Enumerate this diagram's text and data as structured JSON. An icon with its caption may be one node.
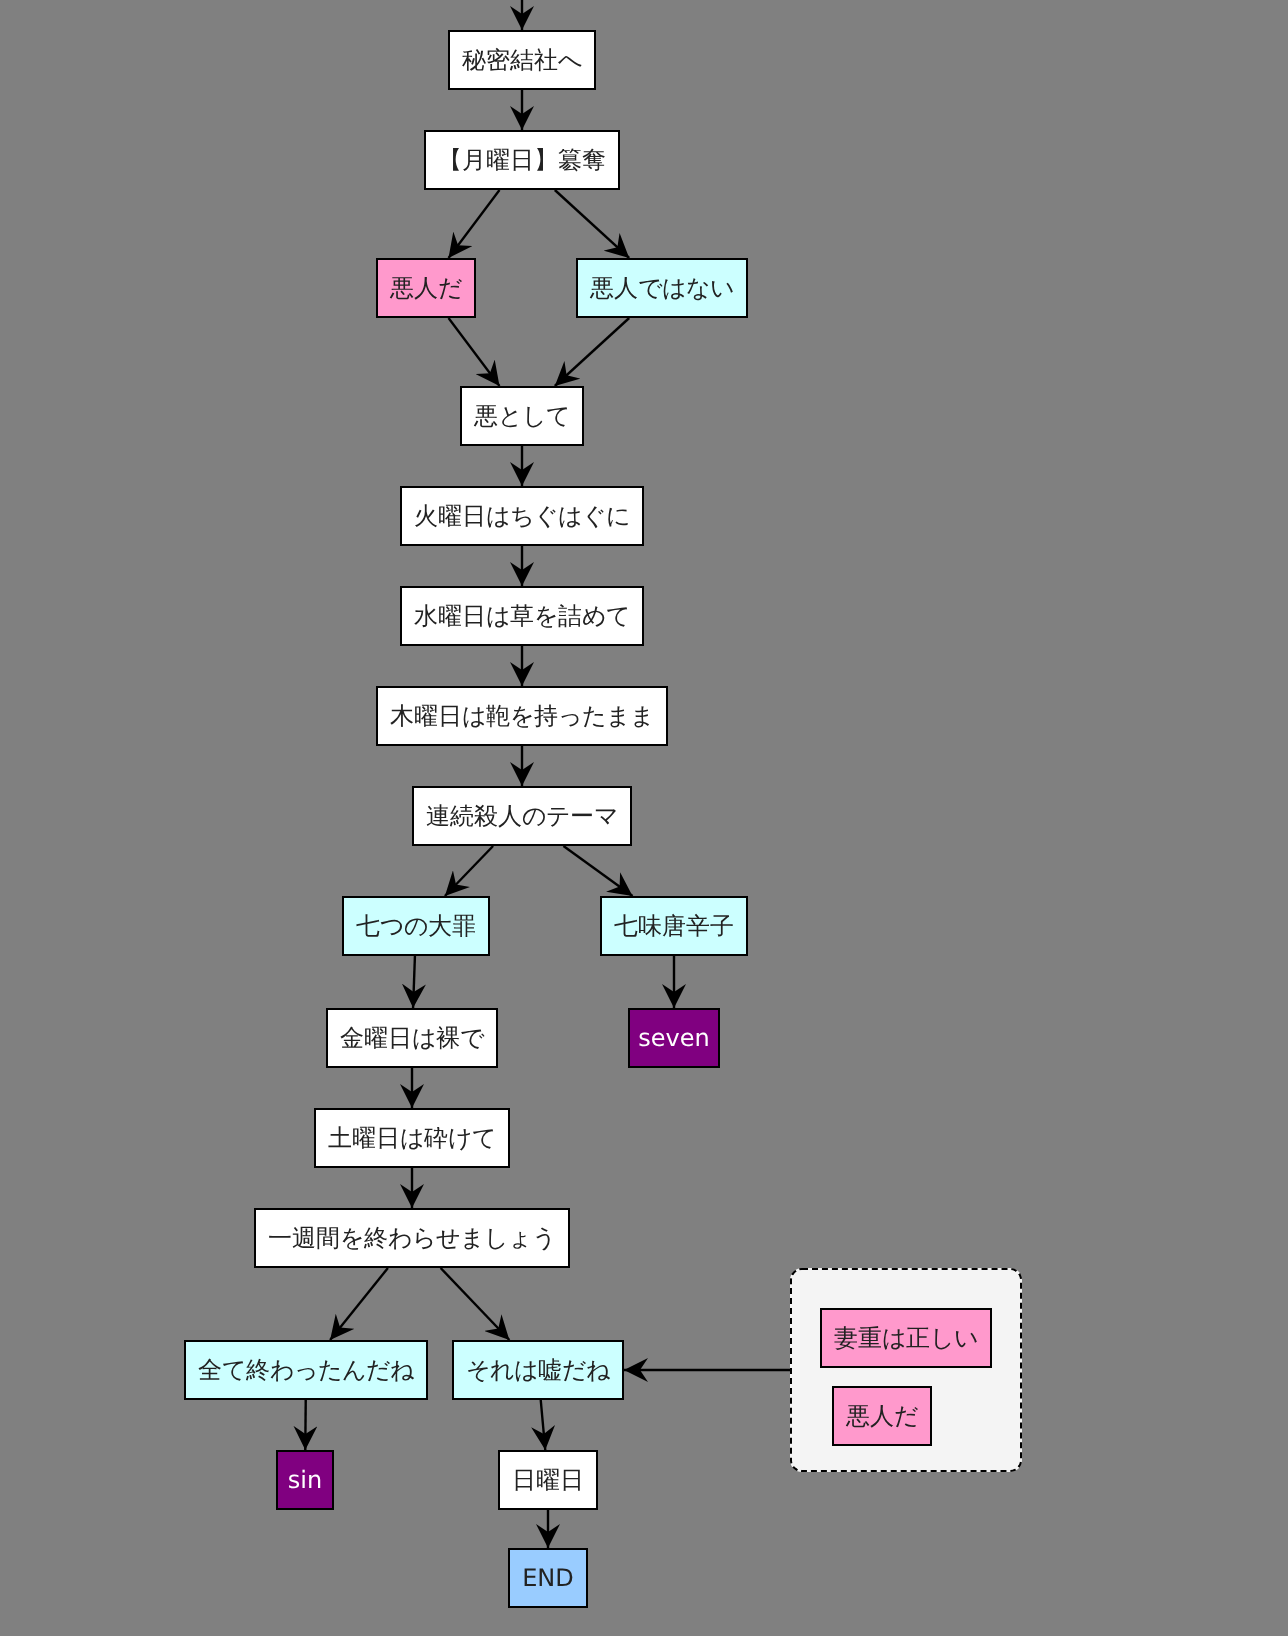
{
  "diagram": {
    "nodes": [
      {
        "text": [
          "秘密結社へ"
        ]
      },
      {
        "text": [
          "【月曜日】簒奪"
        ]
      },
      {
        "text": [
          "悪人だ"
        ]
      },
      {
        "text": [
          "悪人ではない"
        ]
      },
      {
        "text": [
          "悪として"
        ]
      },
      {
        "text": [
          "火曜日はちぐはぐに"
        ]
      },
      {
        "text": [
          "水曜日は草を詰めて"
        ]
      },
      {
        "text": [
          "木曜日は鞄を持ったまま"
        ]
      },
      {
        "text": [
          "連続殺人のテーマ"
        ]
      },
      {
        "text": [
          "七つの大罪"
        ]
      },
      {
        "text": [
          "七味唐辛子"
        ]
      },
      {
        "text": [
          "seven"
        ]
      },
      {
        "text": [
          "金曜日は裸で"
        ]
      },
      {
        "text": [
          "土曜日は砕けて"
        ]
      },
      {
        "text": [
          "一週間を終わらせましょう"
        ]
      },
      {
        "text": [
          "全て終わったんだね"
        ]
      },
      {
        "text": [
          "それは嘘だね"
        ]
      },
      {
        "text": [
          "sin"
        ]
      },
      {
        "text": [
          "日曜日"
        ]
      },
      {
        "text": [
          "END"
        ]
      },
      {
        "text": [],
        "shape": "box"
      },
      {
        "text": [
          "妻重は正しい"
        ],
        "in": 20
      },
      {
        "text": [
          "悪人だ"
        ],
        "in": 20
      }
    ],
    "edges": [
      {
        "from": null,
        "to": 0,
        "arrow": "to"
      },
      {
        "from": 0,
        "to": 1,
        "arrow": "to"
      },
      {
        "from": 1,
        "to": 2,
        "arrow": "to"
      },
      {
        "from": 1,
        "to": 3,
        "arrow": "to"
      },
      {
        "from": 2,
        "to": 4,
        "arrow": "to"
      },
      {
        "from": 3,
        "to": 4,
        "arrow": "to"
      },
      {
        "from": 4,
        "to": 5,
        "arrow": "to"
      },
      {
        "from": 5,
        "to": 6,
        "arrow": "to"
      },
      {
        "from": 6,
        "to": 7,
        "arrow": "to"
      },
      {
        "from": 7,
        "to": 8,
        "arrow": "to"
      },
      {
        "from": 8,
        "to": 9,
        "arrow": "to"
      },
      {
        "from": 8,
        "to": 10,
        "arrow": "to"
      },
      {
        "from": 10,
        "to": 11,
        "arrow": "to"
      },
      {
        "from": 9,
        "to": 12,
        "arrow": "to"
      },
      {
        "from": 12,
        "to": 13,
        "arrow": "to"
      },
      {
        "from": 13,
        "to": 14,
        "arrow": "to"
      },
      {
        "from": 14,
        "to": 15,
        "arrow": "to"
      },
      {
        "from": 14,
        "to": 16,
        "arrow": "to"
      },
      {
        "from": 15,
        "to": 17,
        "arrow": "to"
      },
      {
        "from": 16,
        "to": 18,
        "arrow": "to"
      },
      {
        "from": 18,
        "to": 19,
        "arrow": "to"
      },
      {
        "from": 20,
        "to": 16,
        "arrow": "to"
      }
    ]
  }
}
